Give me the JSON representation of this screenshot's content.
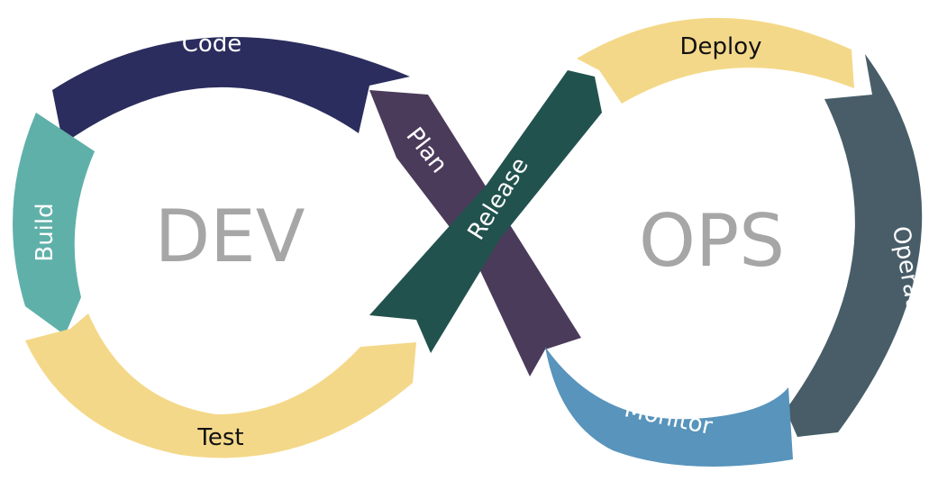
{
  "diagram": {
    "left_title": "DEV",
    "right_title": "OPS",
    "segments": {
      "code": "Code",
      "build": "Build",
      "test": "Test",
      "plan": "Plan",
      "release": "Release",
      "deploy": "Deploy",
      "operate": "Operate",
      "monitor": "Monitor"
    },
    "colors": {
      "code": "#2b2d5e",
      "build": "#5fb0a9",
      "test": "#f4d889",
      "plan": "#4b3b5b",
      "release": "#22524e",
      "deploy": "#f4d889",
      "operate": "#485d68",
      "monitor": "#5894bc"
    }
  }
}
